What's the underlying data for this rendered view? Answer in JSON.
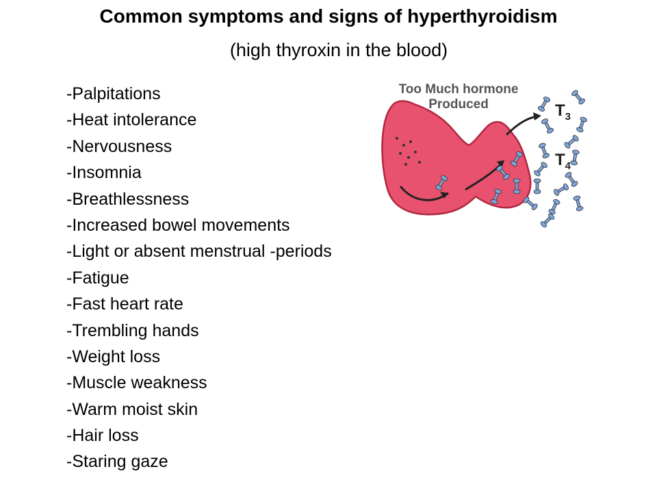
{
  "title": "Common symptoms and signs of hyperthyroidism",
  "subtitle": "(high thyroxin in the blood)",
  "symptoms": [
    "-Palpitations",
    "-Heat intolerance",
    "-Nervousness",
    "-Insomnia",
    "-Breathlessness",
    "-Increased bowel movements",
    "-Light or absent menstrual -periods",
    "-Fatigue",
    "-Fast heart rate",
    "-Trembling hands",
    "-Weight loss",
    "-Muscle weakness",
    "-Warm moist skin",
    "-Hair loss",
    "-Staring gaze"
  ],
  "illustration": {
    "caption_line1": "Too Much hormone",
    "caption_line2": "Produced",
    "label_t3_letter": "T",
    "label_t3_sub": "3",
    "label_t4_letter": "T",
    "label_t4_sub": "4",
    "gland_color": "#e8526e",
    "hormone_color": "#7ea3d6"
  }
}
